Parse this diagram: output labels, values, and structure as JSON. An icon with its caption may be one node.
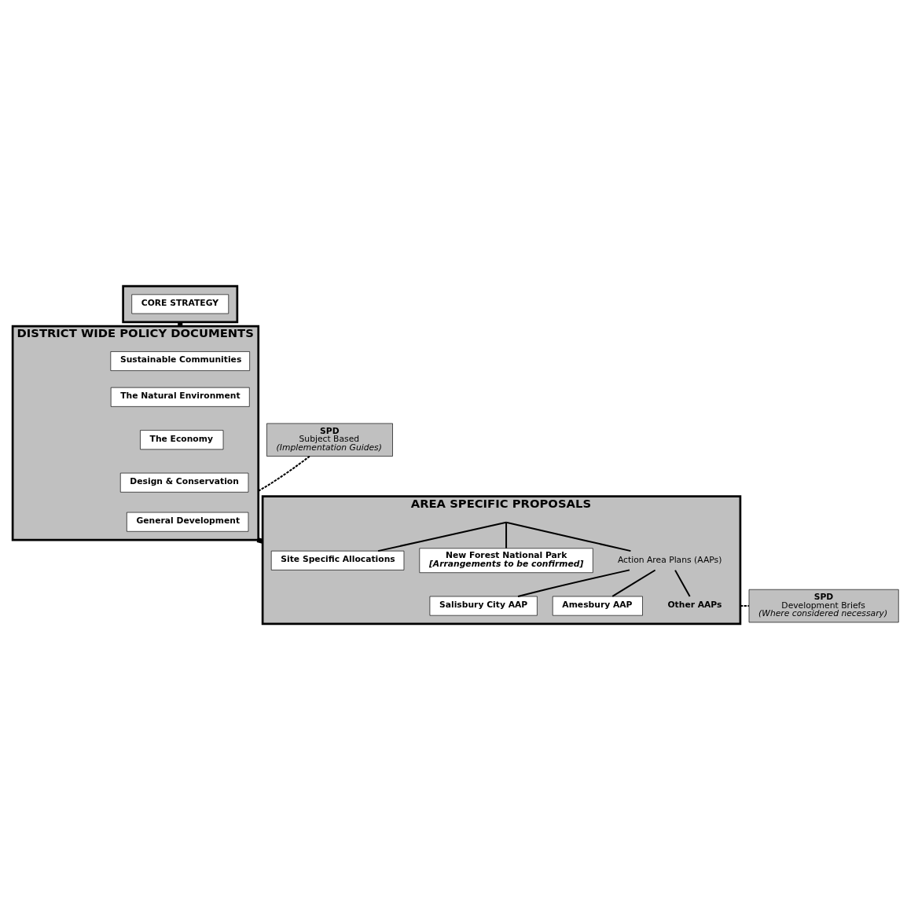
{
  "diagram": {
    "nodes": [
      {
        "text": [],
        "shape": "box"
      },
      {
        "text": [
          "CORE STRATEGY"
        ],
        "in": 0
      },
      {
        "text": [
          "DISTRICT WIDE POLICY DOCUMENTS"
        ]
      },
      {
        "text": [
          "Sustainable Communities"
        ],
        "in": 2
      },
      {
        "text": [
          "The Natural Environment"
        ],
        "in": 2
      },
      {
        "text": [
          "The Economy"
        ],
        "in": 2
      },
      {
        "text": [
          "Design & Conservation"
        ],
        "in": 2
      },
      {
        "text": [
          "General Development"
        ],
        "in": 2
      },
      {
        "text": [
          "SPD",
          "Subject Based",
          "(Implementation Guides)"
        ]
      },
      {
        "text": [
          "AREA SPECIFIC PROPOSALS"
        ]
      },
      {
        "text": [
          "Site Specific Allocations"
        ],
        "in": 9
      },
      {
        "text": [
          "New Forest National Park",
          "[Arrangements to be confirmed]"
        ],
        "in": 9
      },
      {
        "text": [
          "Action Area Plans (AAPs)"
        ],
        "in": 9
      },
      {
        "text": [
          "Salisbury City AAP"
        ],
        "in": 9
      },
      {
        "text": [
          "Amesbury AAP"
        ],
        "in": 9
      },
      {
        "text": [
          "Other AAPs"
        ],
        "in": 9
      },
      {
        "text": [
          "SPD",
          "Development Briefs",
          "(Where considered necessary)"
        ]
      }
    ],
    "edges": [
      {
        "from": 0,
        "to": 2,
        "arrow": "none",
        "style": "thick"
      },
      {
        "from": 2,
        "to": 9,
        "arrow": "none",
        "style": "thick"
      },
      {
        "from": 2,
        "to": 8,
        "arrow": "none",
        "style": "dashed"
      },
      {
        "from": 9,
        "to": 16,
        "arrow": "none",
        "style": "dashed"
      },
      {
        "from": 9,
        "to": 10,
        "arrow": "none"
      },
      {
        "from": 9,
        "to": 11,
        "arrow": "none"
      },
      {
        "from": 9,
        "to": 12,
        "arrow": "none"
      },
      {
        "from": 12,
        "to": 13,
        "arrow": "none"
      },
      {
        "from": 12,
        "to": 14,
        "arrow": "none"
      },
      {
        "from": 12,
        "to": 15,
        "arrow": "none"
      }
    ]
  }
}
